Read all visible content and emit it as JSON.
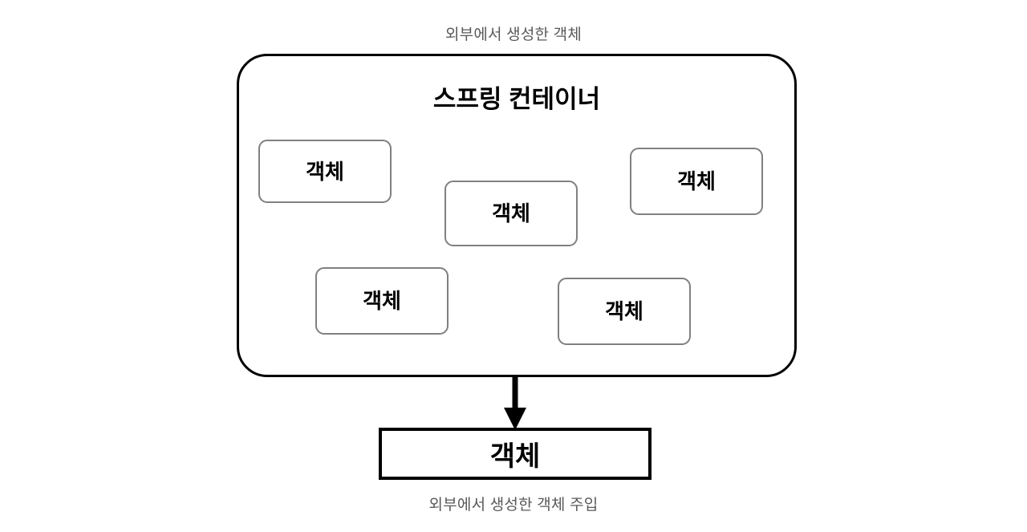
{
  "diagram": {
    "caption_top": "외부에서 생성한 객체",
    "caption_bottom": "외부에서 생성한 객체 주입",
    "container": {
      "title": "스프링 컨테이너",
      "border_color": "#000000",
      "objects": [
        {
          "label": "객체"
        },
        {
          "label": "객체"
        },
        {
          "label": "객체"
        },
        {
          "label": "객체"
        },
        {
          "label": "객체"
        }
      ],
      "object_border_color": "#808080"
    },
    "arrow": {
      "name": "downward-injection-arrow",
      "color": "#000000"
    },
    "external_object": {
      "label": "객체",
      "border_color": "#000000"
    },
    "caption_color": "#595959",
    "background_color": "#ffffff"
  }
}
